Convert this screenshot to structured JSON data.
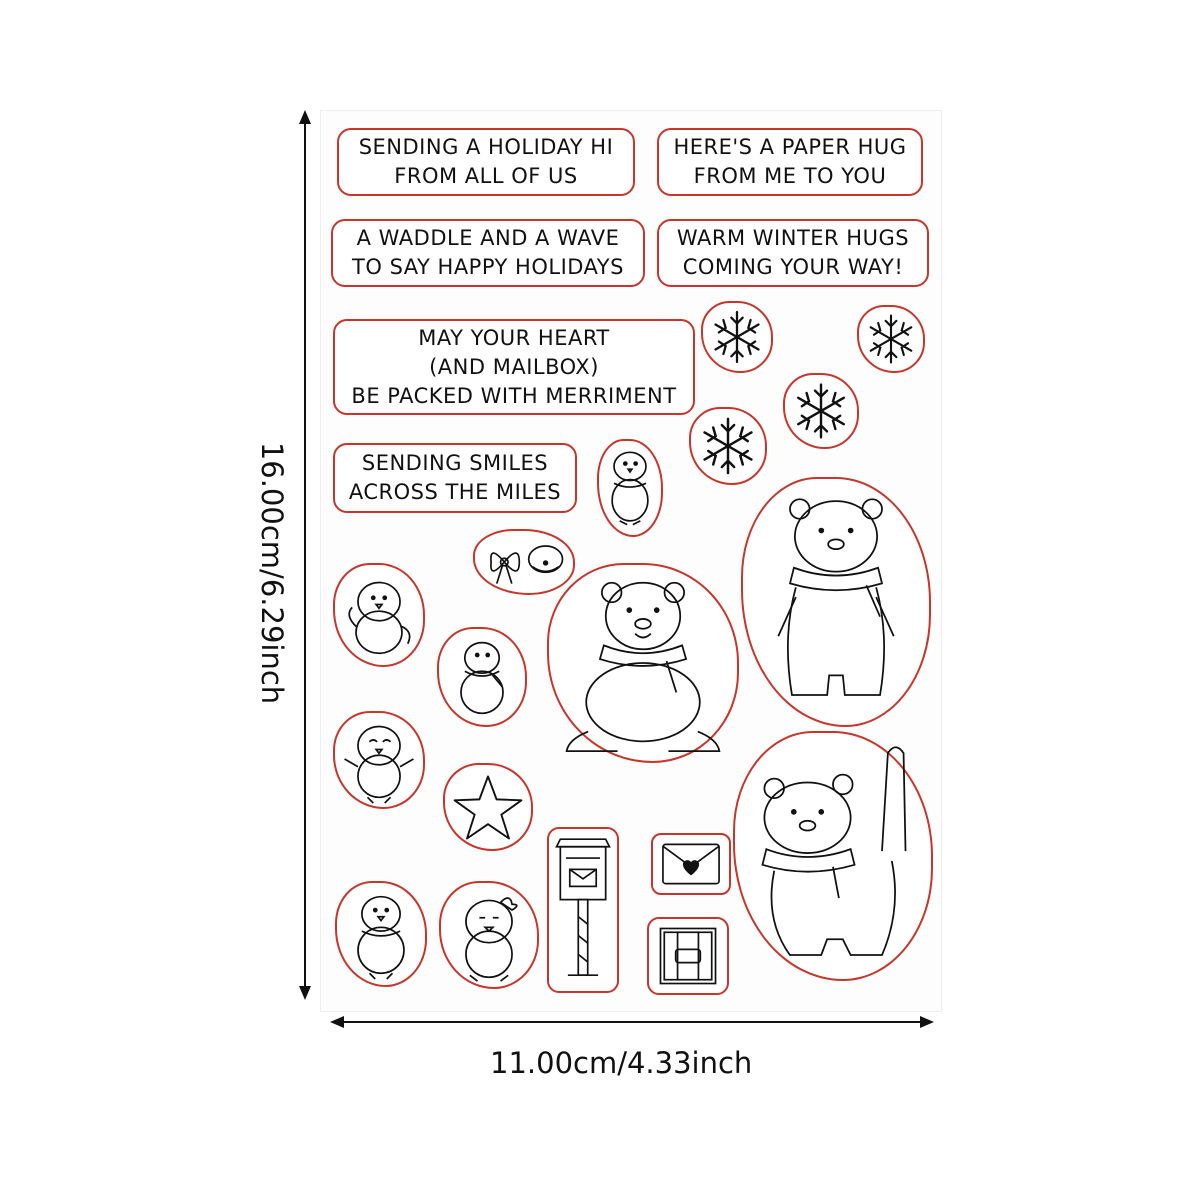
{
  "phrases": {
    "holiday_hi": [
      "SENDING A HOLIDAY HI",
      "FROM ALL OF US"
    ],
    "paper_hug": [
      "HERE'S A PAPER HUG",
      "FROM ME TO YOU"
    ],
    "waddle": [
      "A WADDLE AND A WAVE",
      "TO SAY HAPPY HOLIDAYS"
    ],
    "winter_hugs": [
      "WARM WINTER HUGS",
      "COMING YOUR WAY!"
    ],
    "heart": [
      "MAY YOUR HEART",
      "(AND MAILBOX)",
      "BE PACKED WITH MERRIMENT"
    ],
    "smiles": [
      "SENDING SMILES",
      "ACROSS THE MILES"
    ]
  },
  "dimensions": {
    "width_label": "11.00cm/4.33inch",
    "height_label": "16.00cm/6.29inch"
  },
  "colors": {
    "outline": "#c8352b",
    "ink": "#111111"
  },
  "icons": [
    "snowflake-icon",
    "penguin-icon",
    "polar-bear-icon",
    "bow-icon",
    "star-icon",
    "mailbox-icon",
    "envelope-heart-icon",
    "crate-icon"
  ]
}
